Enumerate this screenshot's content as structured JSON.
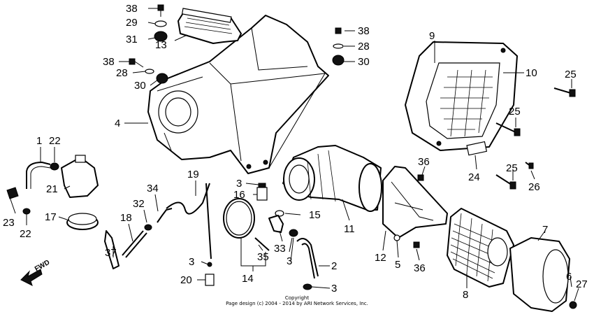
{
  "labels": [
    {
      "id": "l38a",
      "text": "38"
    },
    {
      "id": "l29",
      "text": "29"
    },
    {
      "id": "l31",
      "text": "31"
    },
    {
      "id": "l13",
      "text": "13"
    },
    {
      "id": "l38b",
      "text": "38"
    },
    {
      "id": "l28a",
      "text": "28"
    },
    {
      "id": "l30a",
      "text": "30"
    },
    {
      "id": "l38c",
      "text": "38"
    },
    {
      "id": "l28b",
      "text": "28"
    },
    {
      "id": "l30b",
      "text": "30"
    },
    {
      "id": "l9",
      "text": "9"
    },
    {
      "id": "l10",
      "text": "10"
    },
    {
      "id": "l25a",
      "text": "25"
    },
    {
      "id": "l25b",
      "text": "25"
    },
    {
      "id": "l25c",
      "text": "25"
    },
    {
      "id": "l26",
      "text": "26"
    },
    {
      "id": "l24",
      "text": "24"
    },
    {
      "id": "l36a",
      "text": "36"
    },
    {
      "id": "l4",
      "text": "4"
    },
    {
      "id": "l1",
      "text": "1"
    },
    {
      "id": "l22a",
      "text": "22"
    },
    {
      "id": "l21",
      "text": "21"
    },
    {
      "id": "l23",
      "text": "23"
    },
    {
      "id": "l22b",
      "text": "22"
    },
    {
      "id": "l17",
      "text": "17"
    },
    {
      "id": "l19",
      "text": "19"
    },
    {
      "id": "l34",
      "text": "34"
    },
    {
      "id": "l32",
      "text": "32"
    },
    {
      "id": "l18",
      "text": "18"
    },
    {
      "id": "l37",
      "text": "37"
    },
    {
      "id": "l3a",
      "text": "3"
    },
    {
      "id": "l16",
      "text": "16"
    },
    {
      "id": "l15",
      "text": "15"
    },
    {
      "id": "l11",
      "text": "11"
    },
    {
      "id": "l33",
      "text": "33"
    },
    {
      "id": "l35",
      "text": "35"
    },
    {
      "id": "l3b",
      "text": "3"
    },
    {
      "id": "l14",
      "text": "14"
    },
    {
      "id": "l3c",
      "text": "3"
    },
    {
      "id": "l20",
      "text": "20"
    },
    {
      "id": "l3d",
      "text": "3"
    },
    {
      "id": "l2",
      "text": "2"
    },
    {
      "id": "l3e",
      "text": "3"
    },
    {
      "id": "l12",
      "text": "12"
    },
    {
      "id": "l5",
      "text": "5"
    },
    {
      "id": "l36b",
      "text": "36"
    },
    {
      "id": "l7",
      "text": "7"
    },
    {
      "id": "l8",
      "text": "8"
    },
    {
      "id": "l6",
      "text": "6"
    },
    {
      "id": "l27",
      "text": "27"
    }
  ],
  "fwd_label": "FWD",
  "copyright_line1": "Copyright",
  "copyright_line2": "Page design (c) 2004 - 2014 by ARI Network Services, Inc."
}
